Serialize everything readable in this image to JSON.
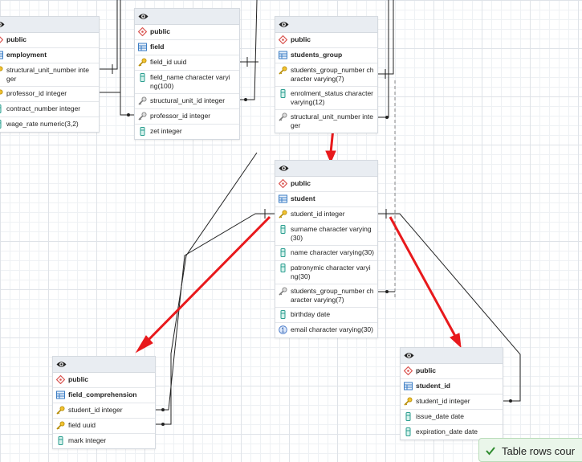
{
  "tables": {
    "employment": {
      "schema": "public",
      "name": "employment",
      "columns": [
        {
          "text": "structural_unit_number inte ger",
          "icon": "key-icon"
        },
        {
          "text": "professor_id integer",
          "icon": "key-icon"
        },
        {
          "text": "contract_number integer",
          "icon": "column-icon"
        },
        {
          "text": "wage_rate numeric(3,2)",
          "icon": "column-icon"
        }
      ]
    },
    "field": {
      "schema": "public",
      "name": "field",
      "columns": [
        {
          "text": "field_id uuid",
          "icon": "key-icon"
        },
        {
          "text": "field_name character varyi ng(100)",
          "icon": "column-icon"
        },
        {
          "text": "structural_unit_id integer",
          "icon": "foreign-key-icon"
        },
        {
          "text": "professor_id integer",
          "icon": "foreign-key-icon"
        },
        {
          "text": "zet integer",
          "icon": "column-icon"
        }
      ]
    },
    "students_group": {
      "schema": "public",
      "name": "students_group",
      "columns": [
        {
          "text": "students_group_number ch aracter varying(7)",
          "icon": "key-icon"
        },
        {
          "text": "enrolment_status character varying(12)",
          "icon": "column-icon"
        },
        {
          "text": "structural_unit_number inte ger",
          "icon": "foreign-key-icon"
        }
      ]
    },
    "student": {
      "schema": "public",
      "name": "student",
      "columns": [
        {
          "text": "student_id integer",
          "icon": "key-icon"
        },
        {
          "text": "surname character varying (30)",
          "icon": "column-icon"
        },
        {
          "text": "name character varying(30)",
          "icon": "column-icon"
        },
        {
          "text": "patronymic character varyi ng(30)",
          "icon": "column-icon"
        },
        {
          "text": "students_group_number ch aracter varying(7)",
          "icon": "foreign-key-icon"
        },
        {
          "text": "birthday date",
          "icon": "column-icon"
        },
        {
          "text": "email character varying(30)",
          "icon": "unique-constraint-icon"
        }
      ]
    },
    "field_comprehension": {
      "schema": "public",
      "name": "field_comprehension",
      "columns": [
        {
          "text": "student_id integer",
          "icon": "key-icon"
        },
        {
          "text": "field uuid",
          "icon": "key-icon"
        },
        {
          "text": "mark integer",
          "icon": "column-icon"
        }
      ]
    },
    "student_id": {
      "schema": "public",
      "name": "student_id",
      "columns": [
        {
          "text": "student_id integer",
          "icon": "key-icon"
        },
        {
          "text": "issue_date date",
          "icon": "column-icon"
        },
        {
          "text": "expiration_date date",
          "icon": "column-icon"
        }
      ]
    }
  },
  "toast": {
    "text": "Table rows cour",
    "icon": "check-icon"
  },
  "colors": {
    "arrow": "#e8191c",
    "header": "#e9edf2",
    "key": "#e8b923",
    "column": "#2a9d8f",
    "schema": "#d9534f"
  }
}
